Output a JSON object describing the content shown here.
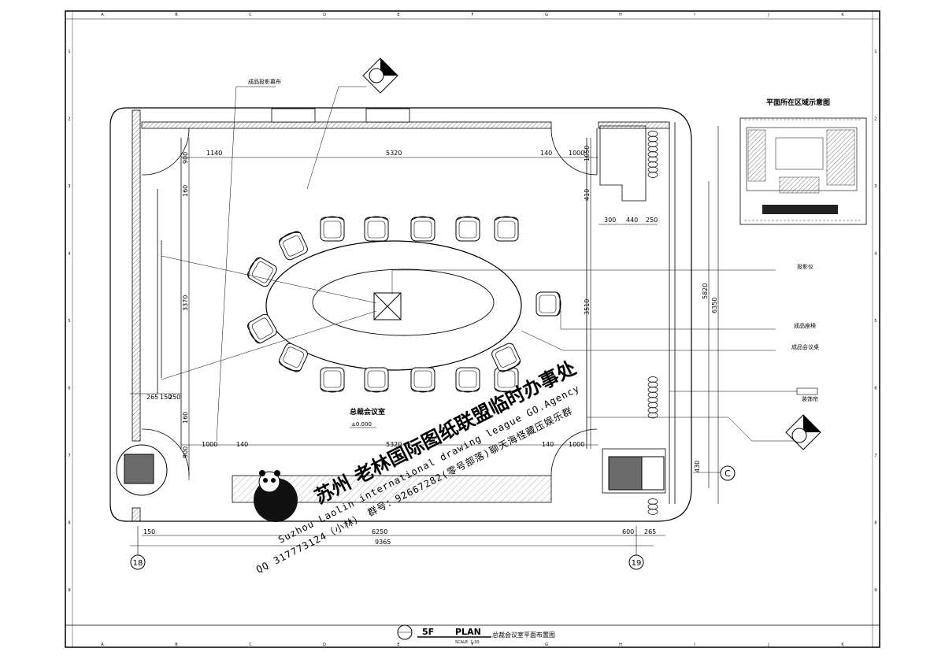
{
  "drawing": {
    "room_name": "总裁会议室",
    "level_mark": "±0.000",
    "inset_title": "平面所在区域示意图",
    "title_block": {
      "floor": "5F",
      "plan": "PLAN",
      "scale": "SCALE: 1:30",
      "name": "总裁会议室平面布置图"
    },
    "labels": {
      "projection_screen": "成品投影幕布",
      "projector": "投影仪",
      "chair": "成品座椅",
      "table": "成品会议桌",
      "curtain": "装饰帘"
    },
    "grid": {
      "axis_left": "18",
      "axis_right": "19",
      "axis_c": "C",
      "col_letters": [
        "A",
        "B",
        "C",
        "D",
        "E",
        "F",
        "G",
        "H",
        "I",
        "J",
        "K"
      ],
      "row_numbers": [
        "1",
        "2",
        "3",
        "4",
        "5",
        "6",
        "7",
        "8",
        "9"
      ]
    },
    "dimensions": {
      "top": [
        "1140",
        "5320",
        "140",
        "1000"
      ],
      "right_small": [
        "300",
        "440",
        "250"
      ],
      "bottom_chain": [
        "150",
        "6250",
        "600",
        "265"
      ],
      "bottom_total": "9365",
      "lower_row": [
        "1000",
        "140",
        "5320",
        "140",
        "1000"
      ],
      "left_chain": [
        "265",
        "150",
        "250"
      ],
      "vertical": [
        "900",
        "160",
        "3370",
        "160",
        "900"
      ],
      "right_vertical": [
        "1050",
        "410",
        "3510",
        "5820",
        "6350"
      ],
      "misc": [
        "430"
      ]
    },
    "watermark": {
      "line1": "苏州 老林国际图纸联盟临时办事处",
      "line2": "Suzhou Laolin international drawing league GO.Agency",
      "line3": "QQ 317773124（小林） 群号：92667282(零号部落)聊天海怪藏压娱乐群"
    },
    "colors": {
      "line": "#000000",
      "hatch": "#7a7a7a",
      "column_fill": "#6b6b6b",
      "paper": "#ffffff"
    }
  }
}
